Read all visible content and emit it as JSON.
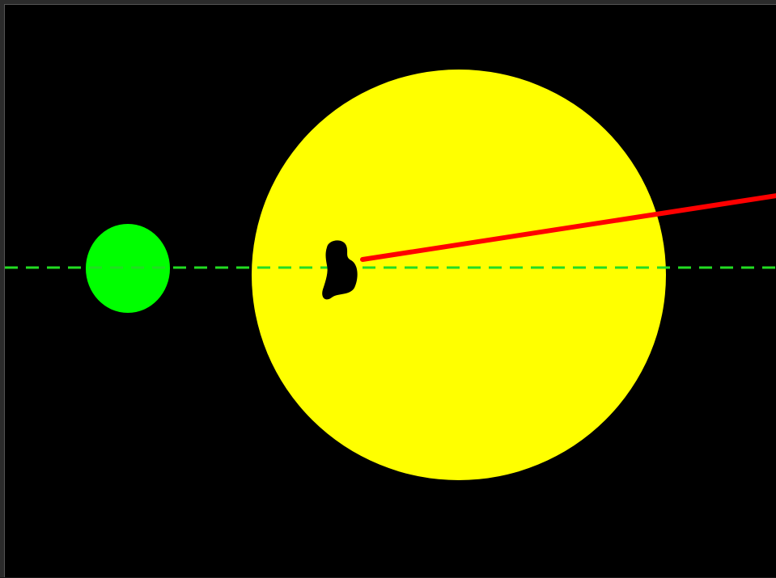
{
  "scene": {
    "background_color": "#000000",
    "frame_color": "#2b2b2b",
    "border_color": "#555555",
    "sun": {
      "name": "yellow-disc",
      "color": "#ffff00"
    },
    "target": {
      "name": "green-disc",
      "color": "#00ff00"
    },
    "guide_line": {
      "name": "alignment-guide",
      "color": "#22dd22",
      "style": "dashed"
    },
    "sunspot": {
      "name": "black-blob",
      "color": "#000000"
    },
    "pointer": {
      "name": "red-aim-line",
      "color": "#ff0000"
    }
  }
}
